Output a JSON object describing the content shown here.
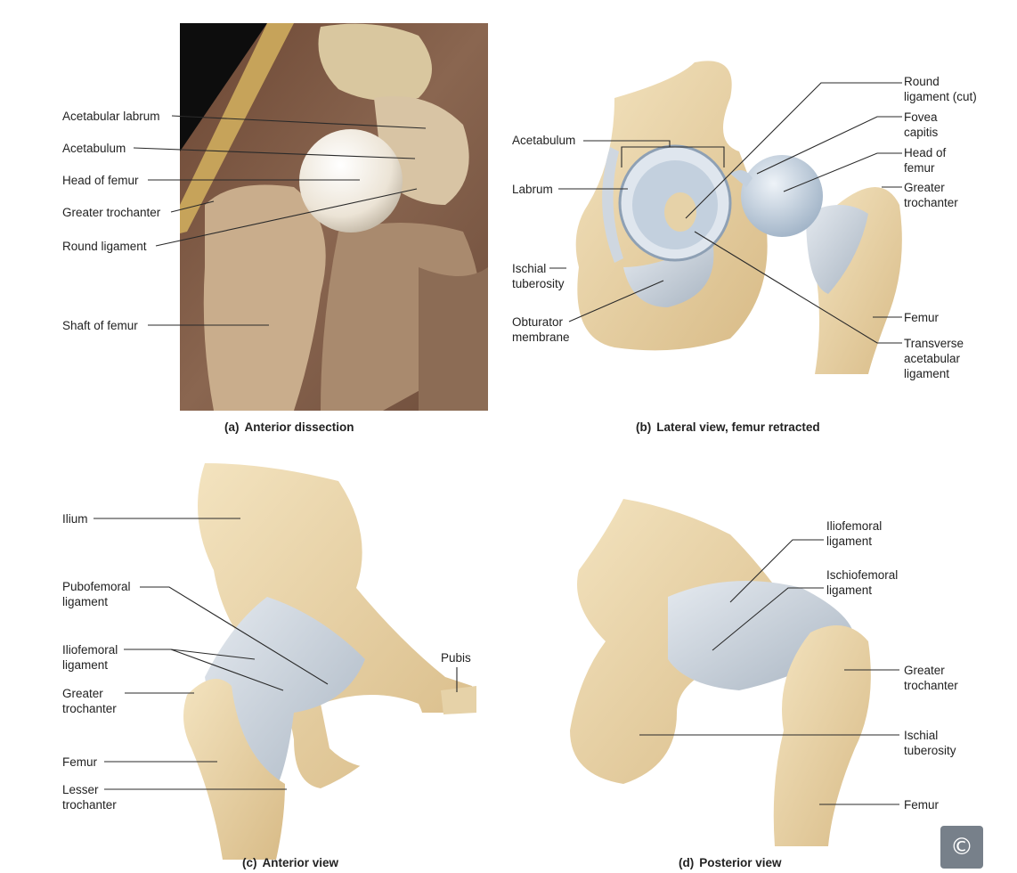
{
  "panels": {
    "a": {
      "caption_letter": "(a)",
      "caption_title": "Anterior dissection",
      "labels": {
        "acetabular_labrum": "Acetabular labrum",
        "acetabulum": "Acetabulum",
        "head_of_femur": "Head of femur",
        "greater_trochanter": "Greater trochanter",
        "round_ligament": "Round ligament",
        "shaft_of_femur": "Shaft of femur"
      }
    },
    "b": {
      "caption_letter": "(b)",
      "caption_title": "Lateral view, femur retracted",
      "labels": {
        "acetabulum": "Acetabulum",
        "labrum": "Labrum",
        "ischial_tuberosity_1": "Ischial",
        "ischial_tuberosity_2": "tuberosity",
        "obturator_membrane_1": "Obturator",
        "obturator_membrane_2": "membrane",
        "round_ligament_1": "Round",
        "round_ligament_2": "ligament (cut)",
        "fovea_capitis_1": "Fovea",
        "fovea_capitis_2": "capitis",
        "head_of_femur_1": "Head of",
        "head_of_femur_2": "femur",
        "greater_trochanter_1": "Greater",
        "greater_trochanter_2": "trochanter",
        "femur": "Femur",
        "transverse_1": "Transverse",
        "transverse_2": "acetabular",
        "transverse_3": "ligament"
      }
    },
    "c": {
      "caption_letter": "(c)",
      "caption_title": "Anterior view",
      "labels": {
        "ilium": "Ilium",
        "pubofemoral_1": "Pubofemoral",
        "pubofemoral_2": "ligament",
        "iliofemoral_1": "Iliofemoral",
        "iliofemoral_2": "ligament",
        "greater_trochanter_1": "Greater",
        "greater_trochanter_2": "trochanter",
        "femur": "Femur",
        "lesser_trochanter_1": "Lesser",
        "lesser_trochanter_2": "trochanter",
        "pubis": "Pubis"
      }
    },
    "d": {
      "caption_letter": "(d)",
      "caption_title": "Posterior view",
      "labels": {
        "iliofemoral_1": "Iliofemoral",
        "iliofemoral_2": "ligament",
        "ischiofemoral_1": "Ischiofemoral",
        "ischiofemoral_2": "ligament",
        "greater_trochanter_1": "Greater",
        "greater_trochanter_2": "trochanter",
        "ischial_tuberosity_1": "Ischial",
        "ischial_tuberosity_2": "tuberosity",
        "femur": "Femur"
      }
    }
  },
  "copyright_symbol": "©",
  "colors": {
    "bone": "#e9d4a8",
    "bone_shade": "#c9aa76",
    "ligament": "#c9d2dc",
    "cartilage": "#c7d6e6",
    "photo_bg": "#7a5a45"
  }
}
